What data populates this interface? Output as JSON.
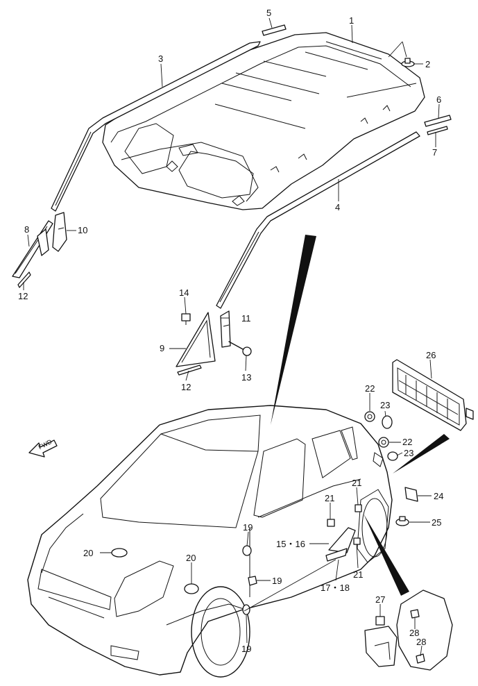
{
  "fwd_label": "FWD",
  "callouts": {
    "c1": "1",
    "c2": "2",
    "c3": "3",
    "c4": "4",
    "c5": "5",
    "c6": "6",
    "c7": "7",
    "c8": "8",
    "c9": "9",
    "c10": "10",
    "c11": "11",
    "c12a": "12",
    "c12b": "12",
    "c13": "13",
    "c14": "14",
    "c1516": "15・16",
    "c1718": "17・18",
    "c19a": "19",
    "c19b": "19",
    "c19c": "19",
    "c20a": "20",
    "c20b": "20",
    "c21a": "21",
    "c21b": "21",
    "c21c": "21",
    "c22a": "22",
    "c22b": "22",
    "c23a": "23",
    "c23b": "23",
    "c24": "24",
    "c25": "25",
    "c26": "26",
    "c27": "27",
    "c28a": "28",
    "c28b": "28"
  }
}
